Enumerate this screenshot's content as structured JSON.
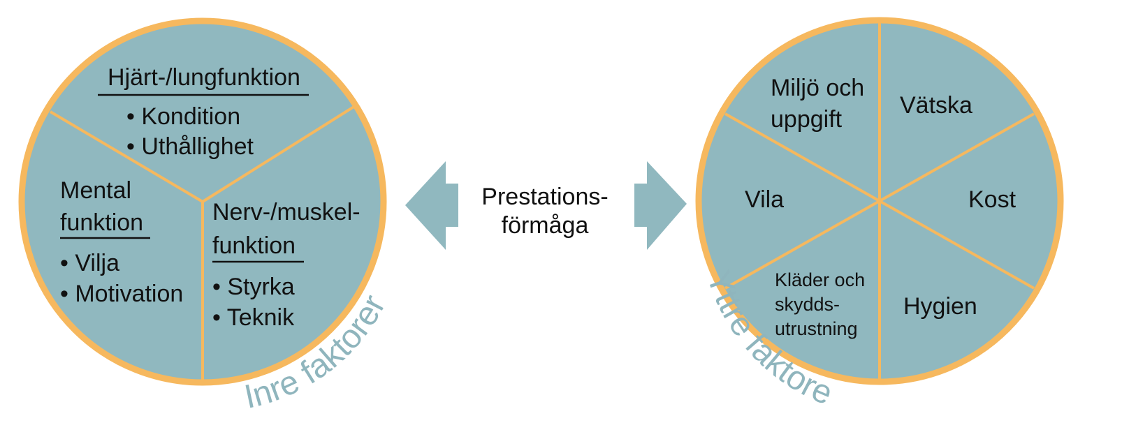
{
  "colors": {
    "fill": "#90b8bf",
    "ring": "#f6b85e",
    "arrow": "#90b8bf",
    "arc_text": "#8fb5bd",
    "text": "#111111"
  },
  "left": {
    "arc_label": "Inre faktorer",
    "top": {
      "title": "Hjärt-/lungfunktion",
      "items": [
        "• Kondition",
        "• Uthållighet"
      ]
    },
    "mental": {
      "line1": "Mental",
      "line2": "funktion",
      "items": [
        "• Vilja",
        "• Motivation"
      ]
    },
    "nerv": {
      "line1": "Nerv-/muskel-",
      "line2": "funktion",
      "items": [
        "• Styrka",
        "• Teknik"
      ]
    }
  },
  "center": {
    "line1": "Prestations-",
    "line2": "förmåga"
  },
  "right": {
    "arc_label": "Yttre faktorer",
    "miljo": [
      "Miljö och",
      "uppgift"
    ],
    "vatska": "Vätska",
    "vila": "Vila",
    "kost": "Kost",
    "klader": [
      "Kläder och",
      "skydds-",
      "utrustning"
    ],
    "hygien": "Hygien"
  }
}
